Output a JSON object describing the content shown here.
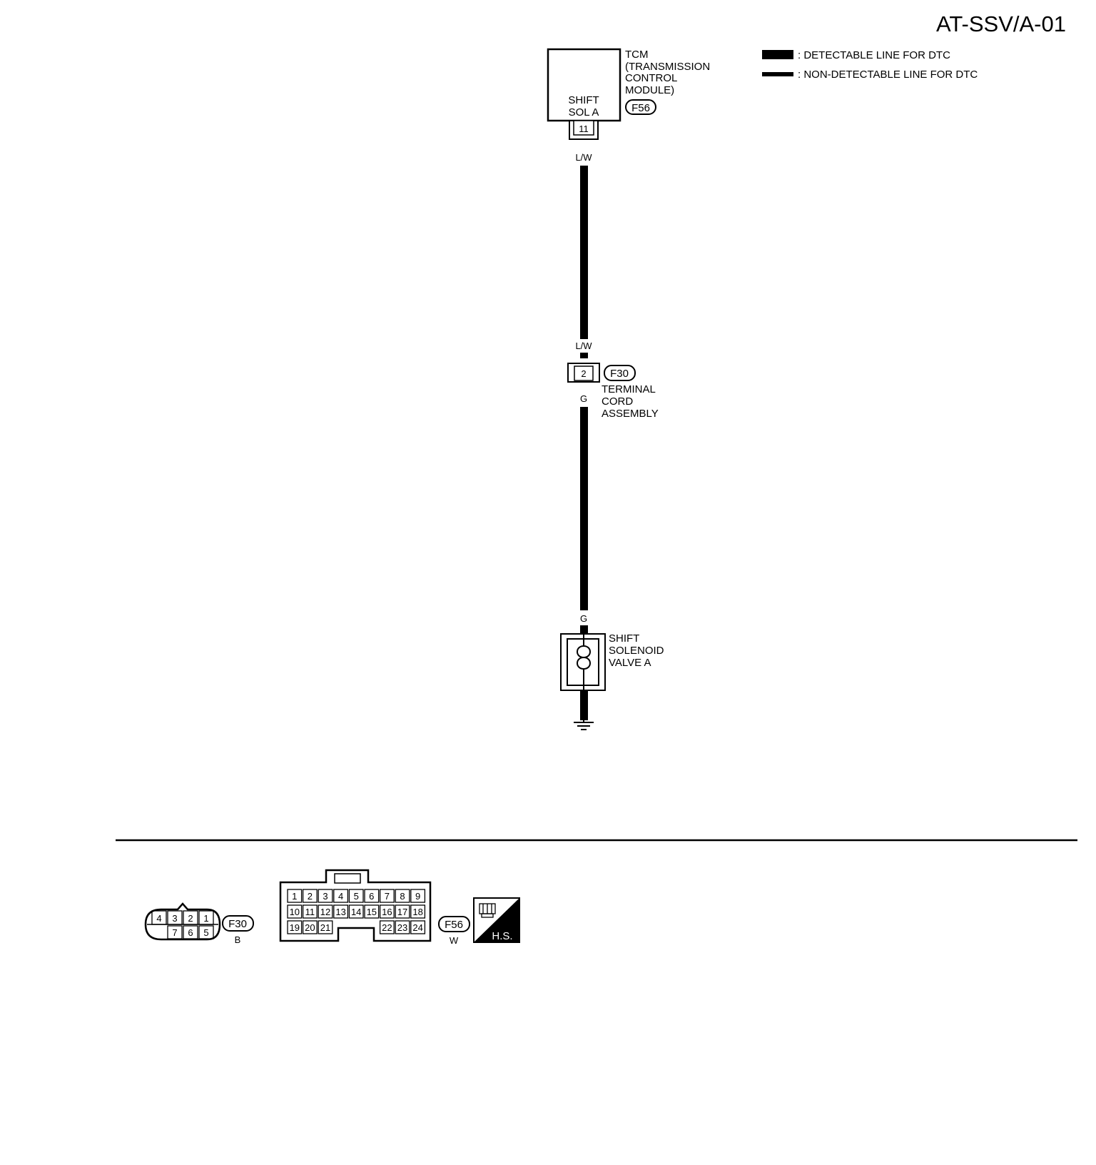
{
  "page_code": "AT-SSV/A-01",
  "legend": {
    "detectable": ": DETECTABLE LINE FOR DTC",
    "non_detectable": ": NON-DETECTABLE LINE FOR DTC"
  },
  "tcm": {
    "name_lines": [
      "TCM",
      "(TRANSMISSION",
      "CONTROL",
      "MODULE)"
    ],
    "pin_label_lines": [
      "SHIFT",
      "SOL A"
    ],
    "connector": "F56",
    "terminal": "11"
  },
  "wire_upper": {
    "color_top": "L/W",
    "color_bottom": "L/W"
  },
  "terminal_cord": {
    "connector": "F30",
    "terminal": "2",
    "name_lines": [
      "TERMINAL",
      "CORD",
      "ASSEMBLY"
    ]
  },
  "wire_lower": {
    "color_top": "G",
    "color_bottom": "G"
  },
  "solenoid": {
    "name_lines": [
      "SHIFT",
      "SOLENOID",
      "VALVE A"
    ]
  },
  "connector_views": {
    "f30": {
      "id": "F30",
      "color": "B",
      "top_row": [
        "4",
        "3",
        "2",
        "1"
      ],
      "bottom_row": [
        "7",
        "6",
        "5"
      ]
    },
    "f56": {
      "id": "F56",
      "color": "W",
      "row1": [
        "1",
        "2",
        "3",
        "4",
        "5",
        "6",
        "7",
        "8",
        "9"
      ],
      "row2": [
        "10",
        "11",
        "12",
        "13",
        "14",
        "15",
        "16",
        "17",
        "18"
      ],
      "row3_left": [
        "19",
        "20",
        "21"
      ],
      "row3_right": [
        "22",
        "23",
        "24"
      ]
    },
    "hs_badge": "H.S."
  }
}
